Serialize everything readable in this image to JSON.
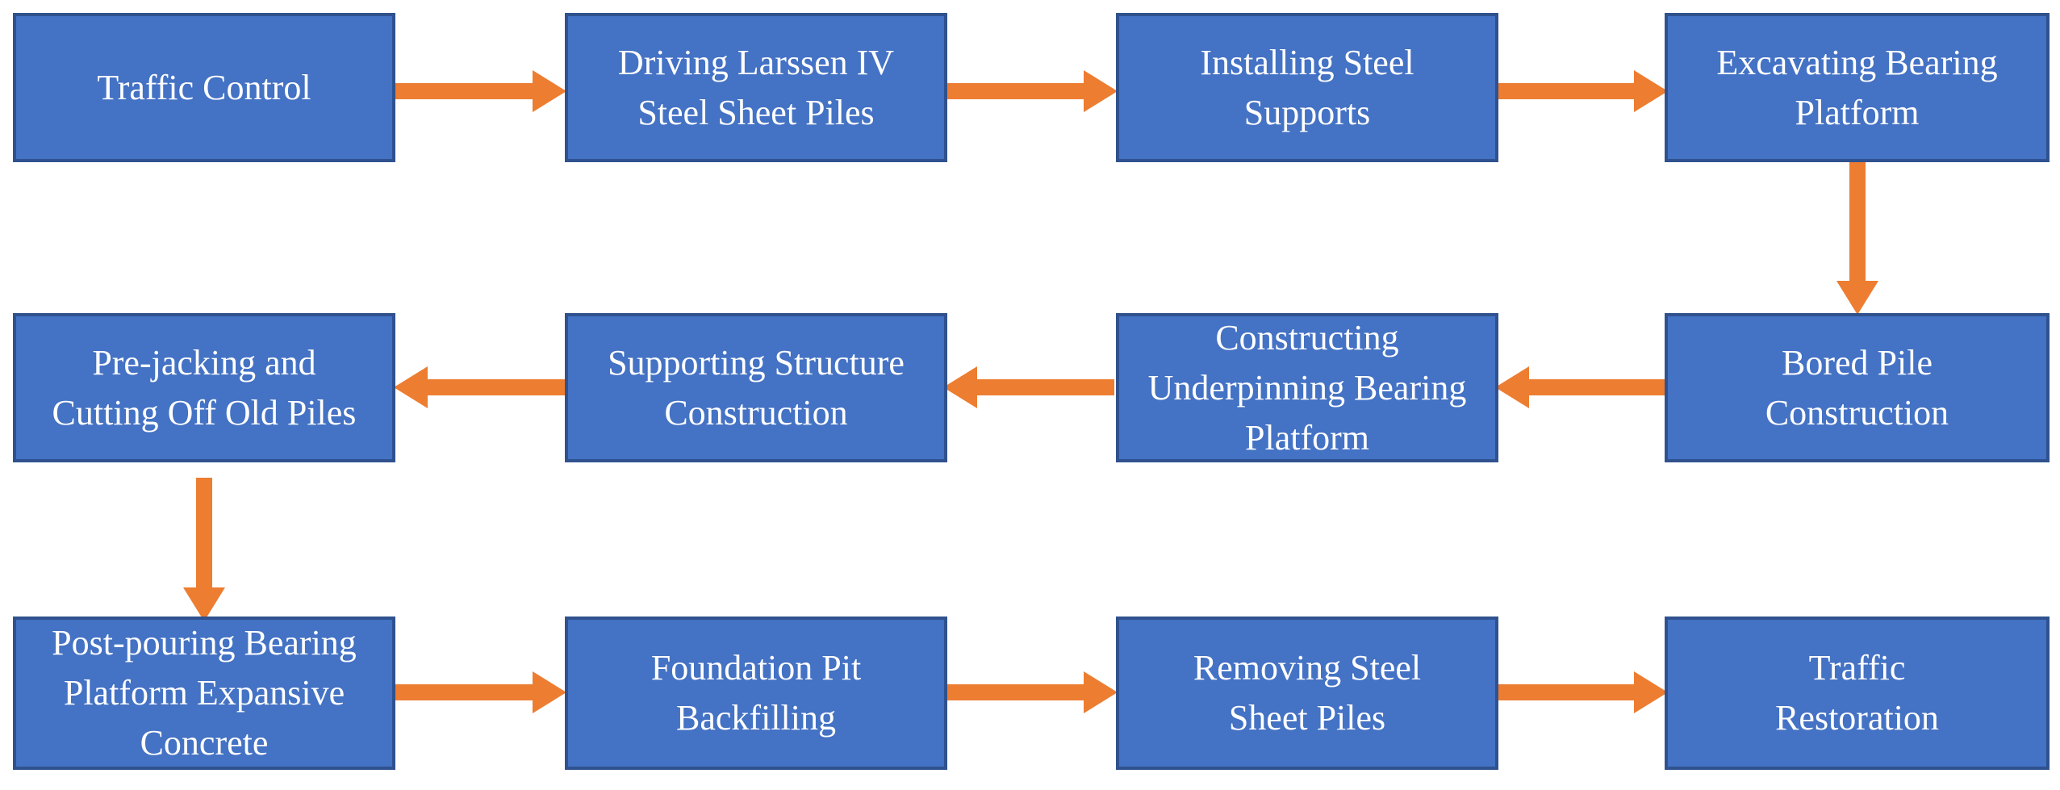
{
  "diagram": {
    "arrow_color": "#ED7D31",
    "box_fill": "#4472C4",
    "box_border": "#2F528F",
    "text_color": "#FFFFFF",
    "steps": [
      {
        "label": "Traffic Control"
      },
      {
        "label": "Driving Larssen IV\nSteel Sheet Piles"
      },
      {
        "label": "Installing Steel\nSupports"
      },
      {
        "label": "Excavating Bearing\nPlatform"
      },
      {
        "label": "Bored Pile\nConstruction"
      },
      {
        "label": "Constructing\nUnderpinning Bearing\nPlatform"
      },
      {
        "label": "Supporting Structure\nConstruction"
      },
      {
        "label": "Pre-jacking and\nCutting Off Old Piles"
      },
      {
        "label": "Post-pouring Bearing\nPlatform Expansive\nConcrete"
      },
      {
        "label": "Foundation Pit\nBackfilling"
      },
      {
        "label": "Removing Steel\nSheet Piles"
      },
      {
        "label": "Traffic\nRestoration"
      }
    ]
  }
}
